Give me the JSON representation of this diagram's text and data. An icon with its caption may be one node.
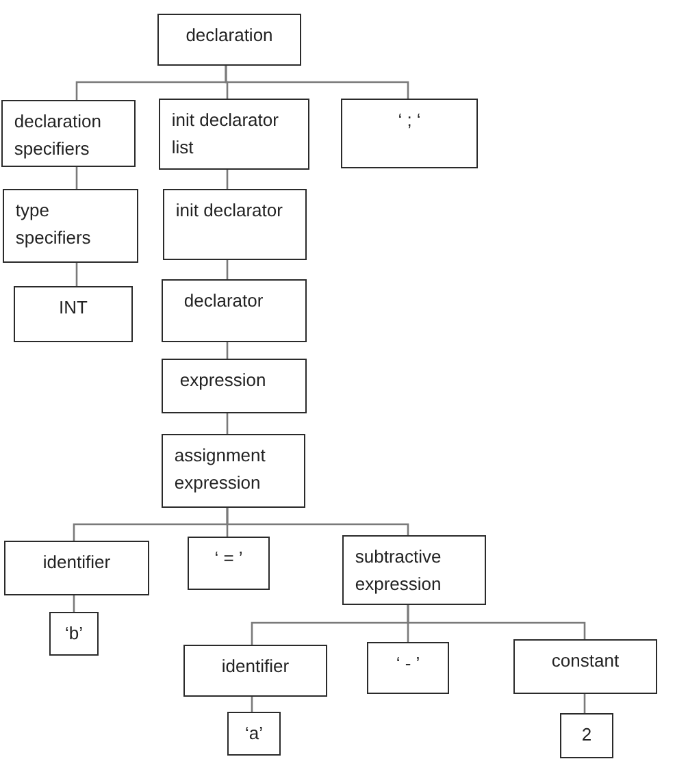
{
  "diagram": {
    "nodes": [
      {
        "text": [
          "declaration"
        ]
      },
      {
        "text": [
          "declaration specifiers"
        ]
      },
      {
        "text": [
          "init declarator list"
        ]
      },
      {
        "text": [
          "‘ ; ‘"
        ]
      },
      {
        "text": [
          "type specifiers"
        ]
      },
      {
        "text": [
          "init declarator"
        ]
      },
      {
        "text": [
          "INT"
        ]
      },
      {
        "text": [
          "declarator"
        ]
      },
      {
        "text": [
          "expression"
        ]
      },
      {
        "text": [
          "assignment expression"
        ]
      },
      {
        "text": [
          "identifier"
        ]
      },
      {
        "text": [
          "‘ = ’"
        ]
      },
      {
        "text": [
          "subtractive expression"
        ]
      },
      {
        "text": [
          "‘b’"
        ]
      },
      {
        "text": [
          "identifier"
        ]
      },
      {
        "text": [
          "‘ - ’"
        ]
      },
      {
        "text": [
          "constant"
        ]
      },
      {
        "text": [
          "‘a’"
        ]
      },
      {
        "text": [
          "2"
        ]
      }
    ],
    "edges": [
      {
        "from": 0,
        "to": 1,
        "arrow": "none"
      },
      {
        "from": 0,
        "to": 2,
        "arrow": "none"
      },
      {
        "from": 0,
        "to": 3,
        "arrow": "none"
      },
      {
        "from": 1,
        "to": 4,
        "arrow": "none"
      },
      {
        "from": 2,
        "to": 5,
        "arrow": "none"
      },
      {
        "from": 4,
        "to": 6,
        "arrow": "none"
      },
      {
        "from": 5,
        "to": 7,
        "arrow": "none"
      },
      {
        "from": 7,
        "to": 8,
        "arrow": "none"
      },
      {
        "from": 8,
        "to": 9,
        "arrow": "none"
      },
      {
        "from": 9,
        "to": 10,
        "arrow": "none"
      },
      {
        "from": 9,
        "to": 11,
        "arrow": "none"
      },
      {
        "from": 9,
        "to": 12,
        "arrow": "none"
      },
      {
        "from": 10,
        "to": 13,
        "arrow": "none"
      },
      {
        "from": 12,
        "to": 14,
        "arrow": "none"
      },
      {
        "from": 12,
        "to": 15,
        "arrow": "none"
      },
      {
        "from": 12,
        "to": 16,
        "arrow": "none"
      },
      {
        "from": 14,
        "to": 17,
        "arrow": "none"
      },
      {
        "from": 16,
        "to": 18,
        "arrow": "none"
      }
    ]
  }
}
